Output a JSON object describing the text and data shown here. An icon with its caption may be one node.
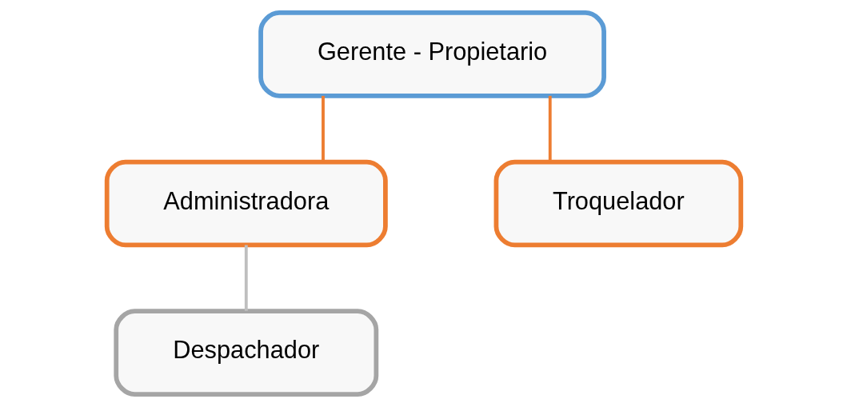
{
  "diagram": {
    "nodes": [
      {
        "text": [
          "Gerente - Propietario"
        ]
      },
      {
        "text": [
          "Administradora"
        ]
      },
      {
        "text": [
          "Troquelador"
        ]
      },
      {
        "text": [
          "Despachador"
        ]
      }
    ],
    "edges": [
      {
        "from": 0,
        "to": 1,
        "arrow": "none"
      },
      {
        "from": 0,
        "to": 2,
        "arrow": "none"
      },
      {
        "from": 1,
        "to": 3,
        "arrow": "none",
        "color": "#bfbfbf"
      }
    ]
  }
}
